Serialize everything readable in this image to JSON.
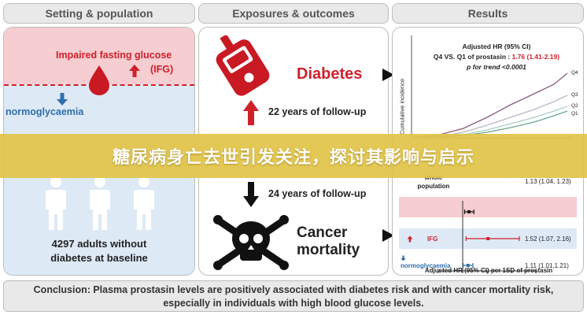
{
  "headers": {
    "setting": "Setting & population",
    "exposures": "Exposures & outcomes",
    "results": "Results"
  },
  "left_panel": {
    "ifg_label": "Impaired fasting glucose",
    "ifg_abbr": "(IFG)",
    "normo_label": "normoglycaemia",
    "population_line1": "4297 adults without",
    "population_line2": "diabetes at baseline"
  },
  "middle_panel": {
    "diabetes_label": "Diabetes",
    "followup_diabetes": "22 years of follow-up",
    "followup_cancer": "24 years of follow-up",
    "cancer_line1": "Cancer",
    "cancer_line2": "mortality"
  },
  "results_top": {
    "hr_title": "Adjusted HR (95% CI)",
    "hr_prefix": "Q4 VS. Q1 of prostasin : ",
    "hr_value": "1.76 (1.41-2.19)",
    "p_trend": "p for trend <0.0001",
    "ylabel": "Cumulative incidence",
    "curve_labels": [
      "Q4",
      "Q3",
      "Q2",
      "Q1"
    ]
  },
  "forest": {
    "rows": [
      {
        "label_line1": "whole",
        "label_line2": "population",
        "value_text": "1.13 (1.04, 1.23)",
        "hr": 1.13,
        "lo": 1.04,
        "hi": 1.23
      },
      {
        "label_line1": "IFG",
        "label_line2": "",
        "value_text": "1.52 (1.07, 2.16)",
        "hr": 1.52,
        "lo": 1.07,
        "hi": 2.16
      },
      {
        "label_line1": "normoglycaemia",
        "label_line2": "",
        "value_text": "1.11 (1.01,1.21)",
        "hr": 1.11,
        "lo": 1.01,
        "hi": 1.21
      }
    ],
    "ticks": [
      "0.5",
      "1.0",
      "1.5",
      "2.0",
      "2.5"
    ],
    "xlabel": "Adjusted HR (95% CI) per 1SD of prostasin"
  },
  "banner_text": "糖尿病身亡去世引发关注，探讨其影响与启示",
  "conclusion_line1": "Conclusion: Plasma prostasin levels are positively associated with diabetes risk and with cancer mortality risk,",
  "conclusion_line2": "especially in individuals with high blood glucose levels.",
  "colors": {
    "red": "#d0202a",
    "blue": "#2e6fad",
    "ifg_bg": "#f6cdd0",
    "normo_bg": "#dde9f5",
    "banner": "#e2c448",
    "person": "#ffffff"
  },
  "icons": {
    "drop": "blood-drop-icon",
    "up_arrow": "red-up-arrow-icon",
    "down_arrow": "blue-down-arrow-icon",
    "meter": "glucose-meter-icon",
    "skull": "skull-crossbones-icon",
    "people": "people-group-icon"
  }
}
